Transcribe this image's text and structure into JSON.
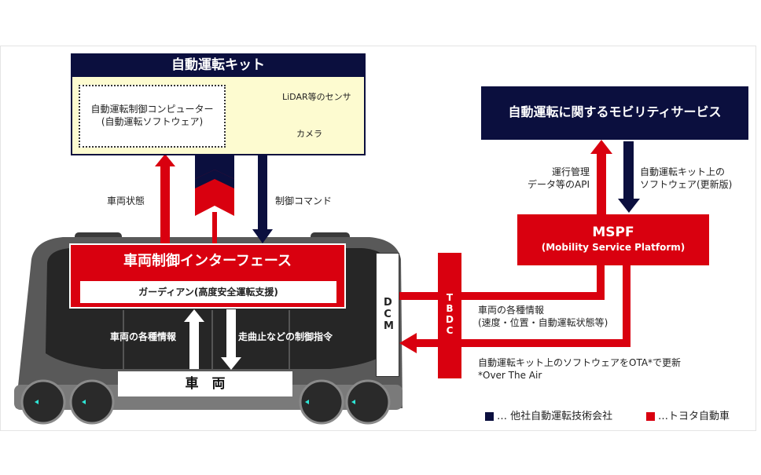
{
  "colors": {
    "navy": "#0b0f3e",
    "red": "#d9000f",
    "kit_body": "#fdfbd0"
  },
  "kit": {
    "title": "自動運転キット",
    "computer_line1": "自動運転制御コンピューター",
    "computer_line2": "(自動運転ソフトウェア)",
    "lidar_label": "LiDAR等のセンサ",
    "camera_label": "カメラ"
  },
  "left_arrows": {
    "vehicle_state": "車両状態",
    "control_command": "制御コマンド"
  },
  "interface": {
    "title": "車両制御インターフェース",
    "guardian": "ガーディアン(高度安全運転支援)"
  },
  "vehicle": {
    "info_up": "車両の各種情報",
    "command_down": "走曲止などの制御指令",
    "label": "車　両"
  },
  "dcm": {
    "label": "DCM"
  },
  "tbdc": {
    "label": "TBDC"
  },
  "mobility_service": {
    "title": "自動運転に関するモビリティサービス"
  },
  "mspf_arrows": {
    "api_line1": "運行管理",
    "api_line2": "データ等のAPI",
    "software_line1": "自動運転キット上の",
    "software_line2": "ソフトウェア(更新版)"
  },
  "mspf": {
    "title": "MSPF",
    "subtitle": "(Mobility Service Platform)"
  },
  "connections": {
    "info_line1": "車両の各種情報",
    "info_line2": "(速度・位置・自動運転状態等)",
    "ota_line1": "自動運転キット上のソフトウェアをOTA*で更新",
    "ota_line2": "*Over The Air"
  },
  "legend": {
    "other_company": "… 他社自動運転技術会社",
    "toyota": "…トヨタ自動車"
  }
}
